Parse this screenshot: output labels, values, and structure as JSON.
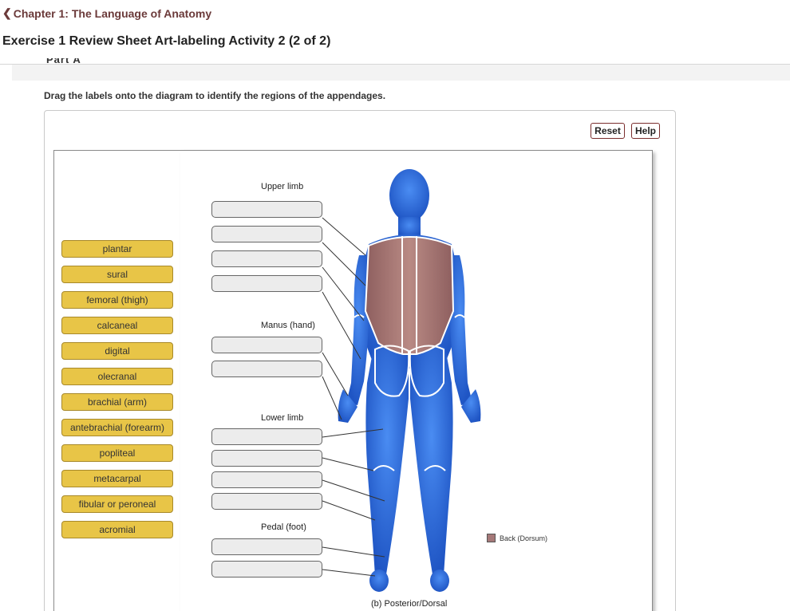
{
  "header": {
    "chapter_link": "Chapter 1: The Language of Anatomy",
    "page_title": "Exercise 1 Review Sheet Art-labeling Activity 2 (2 of 2)",
    "clipped_heading": "Part A"
  },
  "activity": {
    "instruction": "Drag the labels onto the diagram to identify the regions of the appendages.",
    "reset_label": "Reset",
    "help_label": "Help"
  },
  "labels": [
    "plantar",
    "sural",
    "femoral (thigh)",
    "calcaneal",
    "digital",
    "olecranal",
    "brachial (arm)",
    "antebrachial (forearm)",
    "popliteal",
    "metacarpal",
    "fibular or peroneal",
    "acromial"
  ],
  "diagram": {
    "upper_limb": "Upper limb",
    "manus": "Manus (hand)",
    "lower_limb": "Lower limb",
    "pedal": "Pedal (foot)",
    "legend_text": "Back (Dorsum)",
    "caption": "(b) Posterior/Dorsal",
    "colors": {
      "body": "#2f6fe0",
      "back": "#a57878",
      "chip": "#e8c547",
      "link": "#6b3a3a"
    }
  }
}
